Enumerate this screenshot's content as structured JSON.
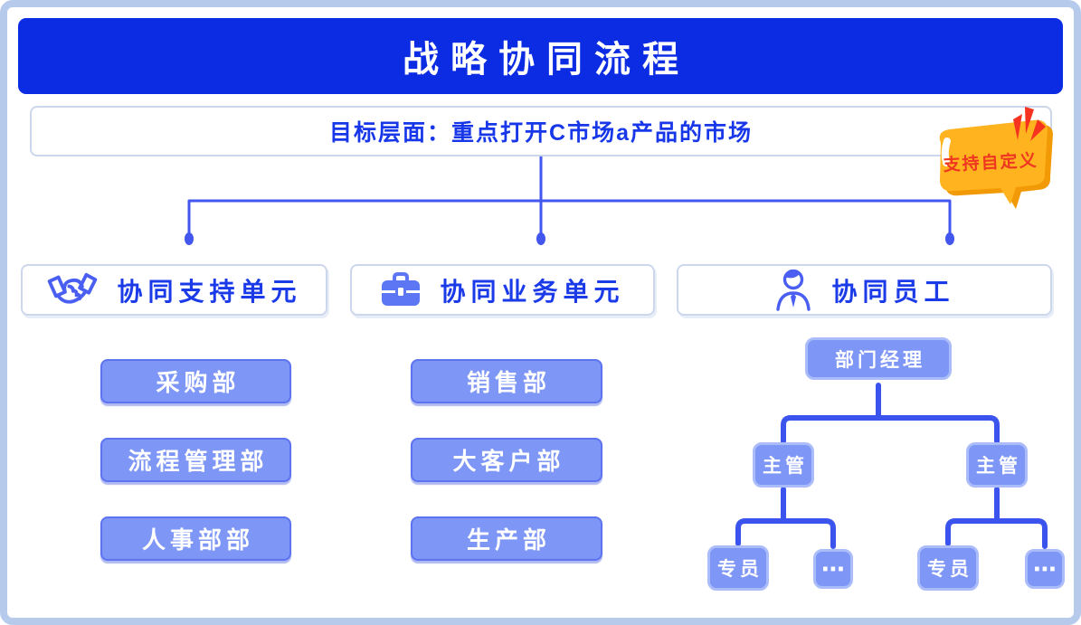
{
  "title": "战略协同流程",
  "goal": "目标层面：重点打开C市场a产品的市场",
  "badge": "支持自定义",
  "units": [
    {
      "label": "协同支持单元",
      "icon": "handshake-icon"
    },
    {
      "label": "协同业务单元",
      "icon": "briefcase-icon"
    },
    {
      "label": "协同员工",
      "icon": "employee-icon"
    }
  ],
  "support_departments": [
    "采购部",
    "流程管理部",
    "人事部部"
  ],
  "business_departments": [
    "销售部",
    "大客户部",
    "生产部"
  ],
  "org_chart": {
    "root": "部门经理",
    "supervisors": [
      "主管",
      "主管"
    ],
    "leaves": [
      "专员",
      "⋯",
      "专员",
      "⋯"
    ]
  },
  "colors": {
    "header_bg": "#0b2ce2",
    "text_blue": "#1b3ae8",
    "connector": "#4356ee",
    "node_fill": "#7e96f5",
    "node_border": "#5d73f0",
    "org_node_border": "#aabcf9",
    "frame_border": "#b6cbec",
    "badge_orange": "#ffb31e",
    "badge_dark_orange": "#f29a05",
    "badge_red": "#ee3620"
  }
}
